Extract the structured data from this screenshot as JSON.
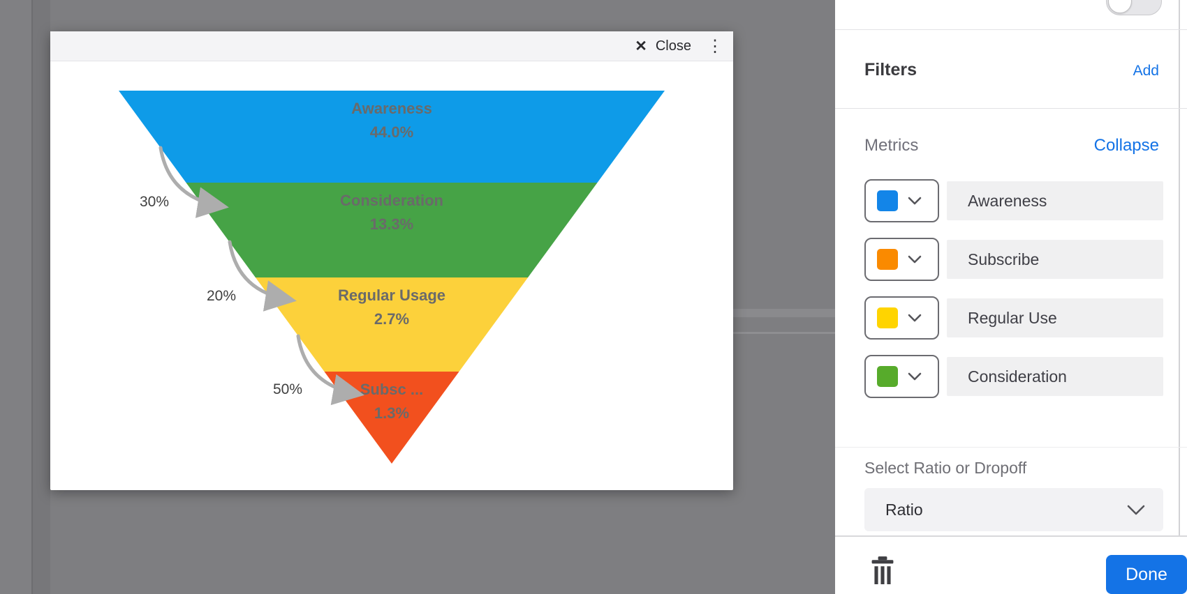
{
  "modal": {
    "header": {
      "close_icon": "✕",
      "close_label": "Close",
      "kebab_icon": "⋮"
    }
  },
  "chart_data": {
    "type": "funnel",
    "orientation": "inverted-pyramid",
    "stages": [
      {
        "label": "Awareness",
        "value": "44.0%",
        "color": "#0E9BE8"
      },
      {
        "label": "Consideration",
        "value": "13.3%",
        "color": "#46A346"
      },
      {
        "label": "Regular Usage",
        "value": "2.7%",
        "color": "#FCD13B"
      },
      {
        "label": "Subsc ...",
        "value": "1.3%",
        "color": "#F2501E"
      }
    ],
    "dropoffs": [
      "30%",
      "20%",
      "50%"
    ],
    "label_color": "#6A6A6A",
    "dropoff_label_color": "#3F3F3F",
    "arrow_color": "#ADADAD"
  },
  "sidebar": {
    "accent_color": "#1473E6",
    "filters": {
      "title": "Filters",
      "action": "Add"
    },
    "metrics": {
      "title": "Metrics",
      "action": "Collapse",
      "items": [
        {
          "label": "Awareness",
          "color": "#1385E8"
        },
        {
          "label": "Subscribe",
          "color": "#FA8A00"
        },
        {
          "label": "Regular Use",
          "color": "#FFD400"
        },
        {
          "label": "Consideration",
          "color": "#57AB2B"
        }
      ]
    },
    "ratio": {
      "label": "Select Ratio or Dropoff",
      "value": "Ratio"
    },
    "footer": {
      "done_label": "Done"
    }
  }
}
